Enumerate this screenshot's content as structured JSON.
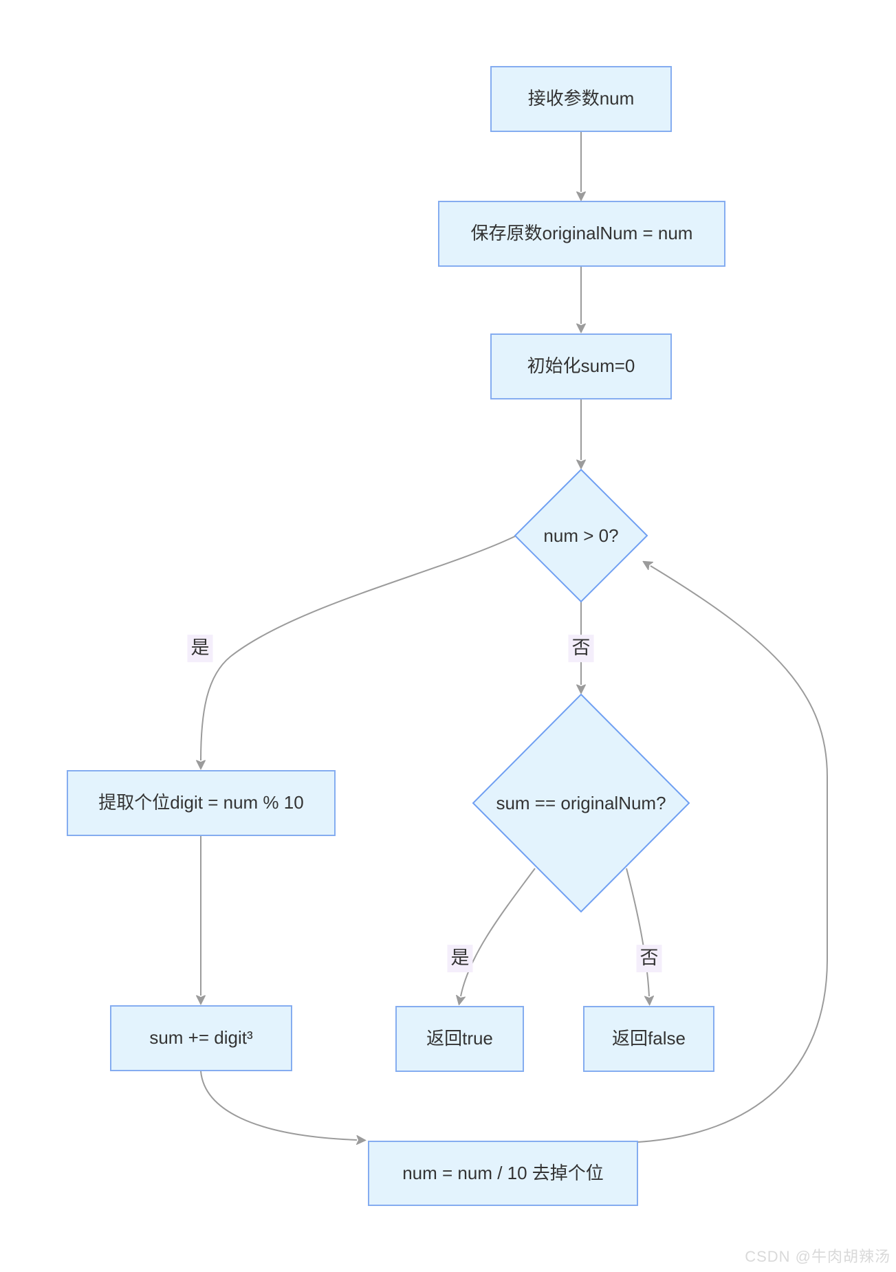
{
  "flowchart": {
    "nodes": {
      "receive": {
        "label": "接收参数num"
      },
      "save": {
        "label": "保存原数originalNum = num"
      },
      "init": {
        "label": "初始化sum=0"
      },
      "cond_num": {
        "label": "num > 0?"
      },
      "extract": {
        "label": "提取个位digit = num % 10"
      },
      "cube": {
        "label": "sum += digit³"
      },
      "cond_sum": {
        "label": "sum == originalNum?"
      },
      "ret_true": {
        "label": "返回true"
      },
      "ret_false": {
        "label": "返回false"
      },
      "strip": {
        "label": "num = num / 10 去掉个位"
      }
    },
    "edge_labels": {
      "yes1": "是",
      "no1": "否",
      "yes2": "是",
      "no2": "否"
    }
  },
  "watermark": {
    "text": "CSDN @牛肉胡辣汤"
  },
  "colors": {
    "node_fill": "#e3f3fd",
    "node_border": "#84acf0",
    "diamond_border": "#6f9ff2",
    "edge": "#9b9b9b",
    "label_bg": "#f4eefb",
    "text": "#333333",
    "watermark": "#d9d9d9"
  }
}
